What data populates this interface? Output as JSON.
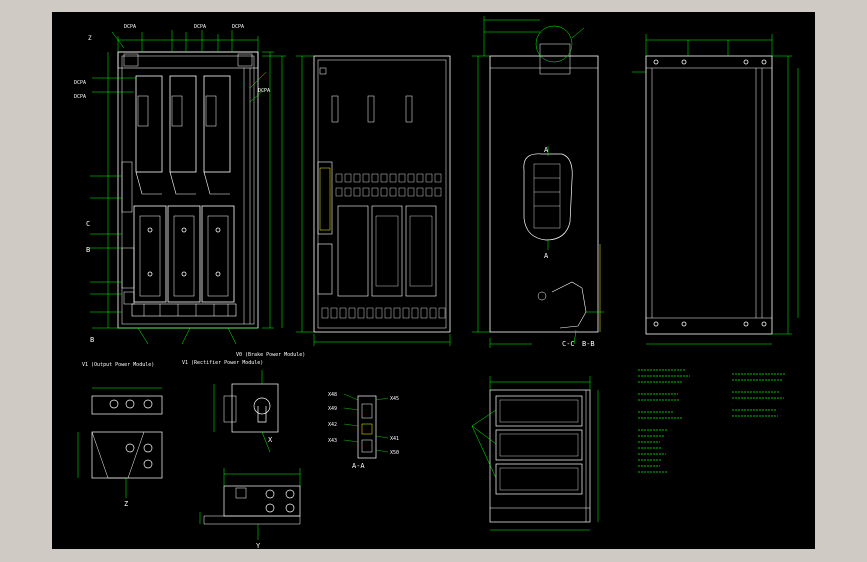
{
  "colors": {
    "background": "#000000",
    "frame": "#cfcbc4",
    "dimension": "#00ff00",
    "outline": "#ffffff",
    "hidden": "#ffff00",
    "component": "#ffffff"
  },
  "labels": {
    "section_aa": "A-A",
    "section_bb": "B-B",
    "section_cc": "C-C",
    "mark_a": "A",
    "mark_b": "B",
    "mark_c": "C",
    "mark_z": "Z",
    "mark_x": "X",
    "mark_y": "Y",
    "dcpa_1": "DCPA",
    "dcpa_2": "DCPA",
    "dcpa_3": "DCPA",
    "dcpa_4": "DCPA",
    "dcpa_5": "DCPA",
    "dcpa_6": "DCPA",
    "x_labels": [
      "X48",
      "X49",
      "X42",
      "X43",
      "X45",
      "X41",
      "X50"
    ],
    "v1_note": "V1 (Output Power Module)",
    "v1b_note": "V1 (Rectifier Power Module)",
    "v0_note": "V0 (Brake Power Module)"
  }
}
